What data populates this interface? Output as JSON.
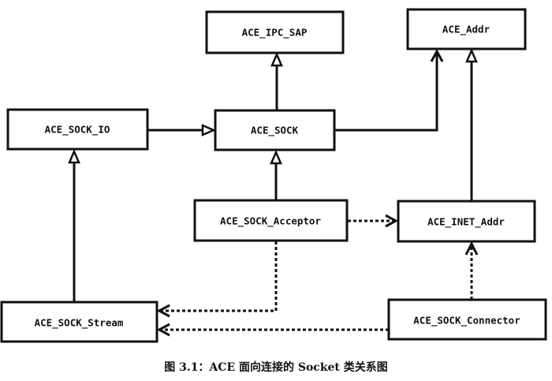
{
  "diagram": {
    "type": "uml-class-diagram",
    "nodes": [
      {
        "id": "ace_ipc_sap",
        "label": "ACE_IPC_SAP"
      },
      {
        "id": "ace_addr",
        "label": "ACE_Addr"
      },
      {
        "id": "ace_sock_io",
        "label": "ACE_SOCK_IO"
      },
      {
        "id": "ace_sock",
        "label": "ACE_SOCK"
      },
      {
        "id": "ace_sock_acceptor",
        "label": "ACE_SOCK_Acceptor"
      },
      {
        "id": "ace_inet_addr",
        "label": "ACE_INET_Addr"
      },
      {
        "id": "ace_sock_stream",
        "label": "ACE_SOCK_Stream"
      },
      {
        "id": "ace_sock_connector",
        "label": "ACE_SOCK_Connector"
      }
    ],
    "edges": [
      {
        "from": "ace_sock",
        "to": "ace_ipc_sap",
        "kind": "inheritance",
        "line": "solid"
      },
      {
        "from": "ace_sock",
        "to": "ace_addr",
        "kind": "association",
        "line": "solid"
      },
      {
        "from": "ace_inet_addr",
        "to": "ace_addr",
        "kind": "inheritance",
        "line": "solid"
      },
      {
        "from": "ace_sock_io",
        "to": "ace_sock",
        "kind": "inheritance",
        "line": "solid"
      },
      {
        "from": "ace_sock_acceptor",
        "to": "ace_sock",
        "kind": "inheritance",
        "line": "solid"
      },
      {
        "from": "ace_sock_stream",
        "to": "ace_sock_io",
        "kind": "inheritance",
        "line": "solid"
      },
      {
        "from": "ace_sock_acceptor",
        "to": "ace_inet_addr",
        "kind": "dependency",
        "line": "dashed"
      },
      {
        "from": "ace_sock_connector",
        "to": "ace_inet_addr",
        "kind": "dependency",
        "line": "dashed"
      },
      {
        "from": "ace_sock_acceptor",
        "to": "ace_sock_stream",
        "kind": "dependency",
        "line": "dashed"
      },
      {
        "from": "ace_sock_connector",
        "to": "ace_sock_stream",
        "kind": "dependency",
        "line": "dashed"
      }
    ]
  },
  "caption": "图 3.1：ACE 面向连接的 Socket 类关系图"
}
